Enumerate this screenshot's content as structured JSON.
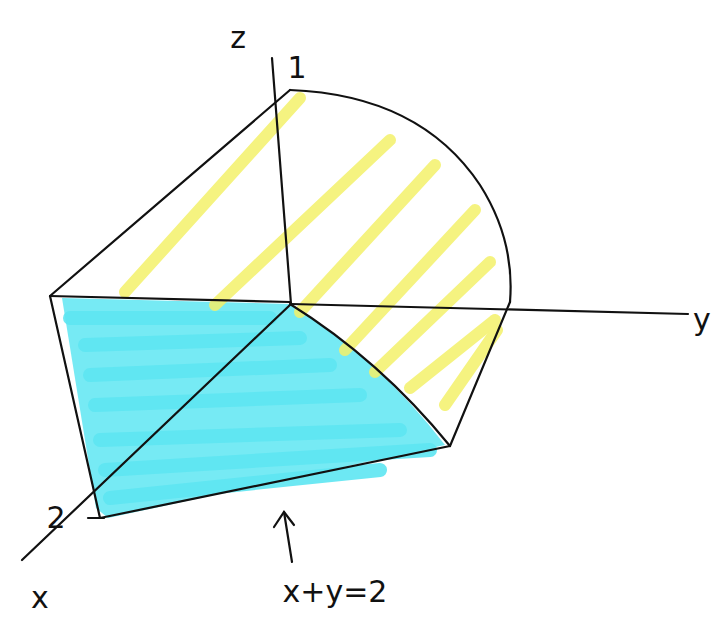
{
  "diagram": {
    "labels": [
      "z",
      "1",
      "y",
      "2",
      "x",
      "x+y=2"
    ]
  }
}
